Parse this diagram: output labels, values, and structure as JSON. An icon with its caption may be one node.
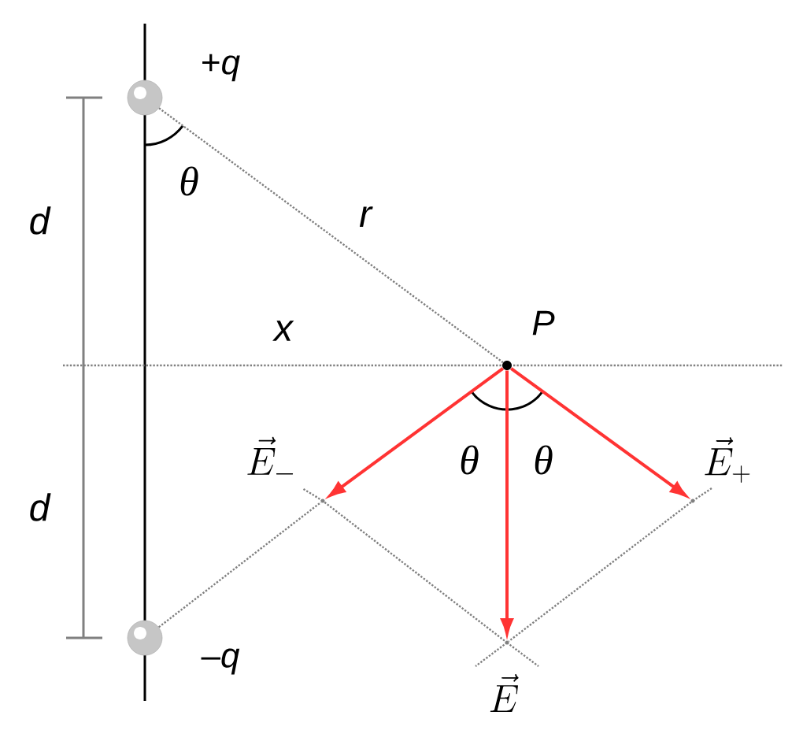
{
  "diagram": {
    "nodes": [
      {
        "text": [],
        "shape": "circle",
        "beside": [
          "+*q*"
        ]
      },
      {
        "text": [],
        "shape": "circle",
        "beside": [
          "*P*"
        ]
      },
      {
        "text": [],
        "shape": "point",
        "beside": [
          "\\vec{E}_{-}"
        ]
      },
      {
        "text": [],
        "shape": "point",
        "beside": [
          "\\vec{E}_{+}"
        ]
      },
      {
        "text": [],
        "shape": "point",
        "beside": [
          "\\vec{E}"
        ]
      },
      {
        "text": [],
        "shape": "circle",
        "beside": [
          "–*q*"
        ]
      }
    ],
    "edges": [
      {
        "from": 0,
        "to": 1,
        "arrow": "none",
        "style": "dashed",
        "color": "#808080",
        "label": "r"
      },
      {
        "from": 1,
        "to": 2,
        "arrow": "to",
        "color": "#ff3333"
      },
      {
        "from": 1,
        "to": 4,
        "arrow": "to",
        "color": "#ff3333"
      },
      {
        "from": 1,
        "to": 3,
        "arrow": "to",
        "color": "#ff3333"
      },
      {
        "from": 5,
        "to": 2,
        "arrow": "none",
        "style": "dashed",
        "color": "#808080"
      },
      {
        "from": 2,
        "to": 4,
        "arrow": "none",
        "style": "dashed",
        "color": "#808080"
      },
      {
        "from": 3,
        "to": 4,
        "arrow": "none",
        "style": "dashed",
        "color": "#808080"
      }
    ],
    "labels": [
      "d",
      "θ",
      "x",
      "d",
      "θ",
      "θ"
    ]
  }
}
